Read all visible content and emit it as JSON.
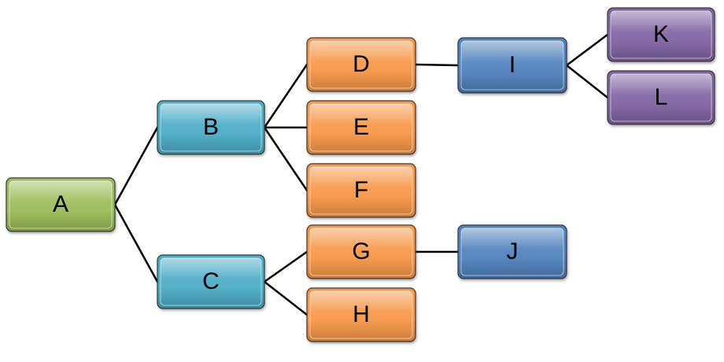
{
  "diagram": {
    "type": "tree",
    "nodes": [
      {
        "id": "A",
        "label": "A",
        "group": "root"
      },
      {
        "id": "B",
        "label": "B",
        "group": "level1"
      },
      {
        "id": "C",
        "label": "C",
        "group": "level1"
      },
      {
        "id": "D",
        "label": "D",
        "group": "level2"
      },
      {
        "id": "E",
        "label": "E",
        "group": "level2"
      },
      {
        "id": "F",
        "label": "F",
        "group": "level2"
      },
      {
        "id": "G",
        "label": "G",
        "group": "level2"
      },
      {
        "id": "H",
        "label": "H",
        "group": "level2"
      },
      {
        "id": "I",
        "label": "I",
        "group": "level3"
      },
      {
        "id": "J",
        "label": "J",
        "group": "level3"
      },
      {
        "id": "K",
        "label": "K",
        "group": "level4"
      },
      {
        "id": "L",
        "label": "L",
        "group": "level4"
      }
    ],
    "edges": [
      {
        "from": "A",
        "to": "B"
      },
      {
        "from": "A",
        "to": "C"
      },
      {
        "from": "B",
        "to": "D"
      },
      {
        "from": "B",
        "to": "E"
      },
      {
        "from": "B",
        "to": "F"
      },
      {
        "from": "C",
        "to": "G"
      },
      {
        "from": "C",
        "to": "H"
      },
      {
        "from": "D",
        "to": "I"
      },
      {
        "from": "G",
        "to": "J"
      },
      {
        "from": "I",
        "to": "K"
      },
      {
        "from": "I",
        "to": "L"
      }
    ],
    "group_colors": {
      "root": "#9BBB59",
      "level1": "#4BACC6",
      "level2": "#F79646",
      "level3": "#4F81BD",
      "level4": "#8064A2"
    },
    "edge_color": "#000000"
  }
}
